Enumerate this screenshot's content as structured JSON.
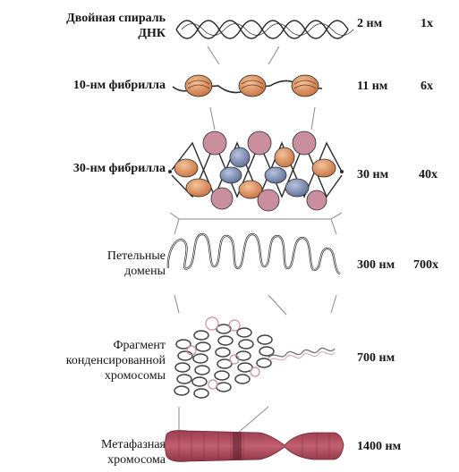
{
  "levels": [
    {
      "label_line1": "Двойная спираль",
      "label_line2": "ДНК",
      "size": "2 нм",
      "magnification": "1x"
    },
    {
      "label_line1": "10-нм фибрилла",
      "label_line2": "",
      "size": "11 нм",
      "magnification": "6x"
    },
    {
      "label_line1": "30-нм фибрилла",
      "label_line2": "",
      "size": "30 нм",
      "magnification": "40x"
    },
    {
      "label_line1": "Петельные",
      "label_line2": "домены",
      "size": "300 нм",
      "magnification": "700x"
    },
    {
      "label_line1": "Фрагмент",
      "label_line2": "конденсированной",
      "label_line3": "хромосомы",
      "size": "700 нм",
      "magnification": ""
    },
    {
      "label_line1": "Метафазная",
      "label_line2": "хромосома",
      "size": "1400 нм",
      "magnification": ""
    }
  ],
  "colors": {
    "strand": "#2b2b2b",
    "nucleosome_orange": "#d98a56",
    "nucleosome_blue": "#7d8db1",
    "loop_pink": "#c98f9e",
    "chromosome_red": "#b3465a"
  }
}
